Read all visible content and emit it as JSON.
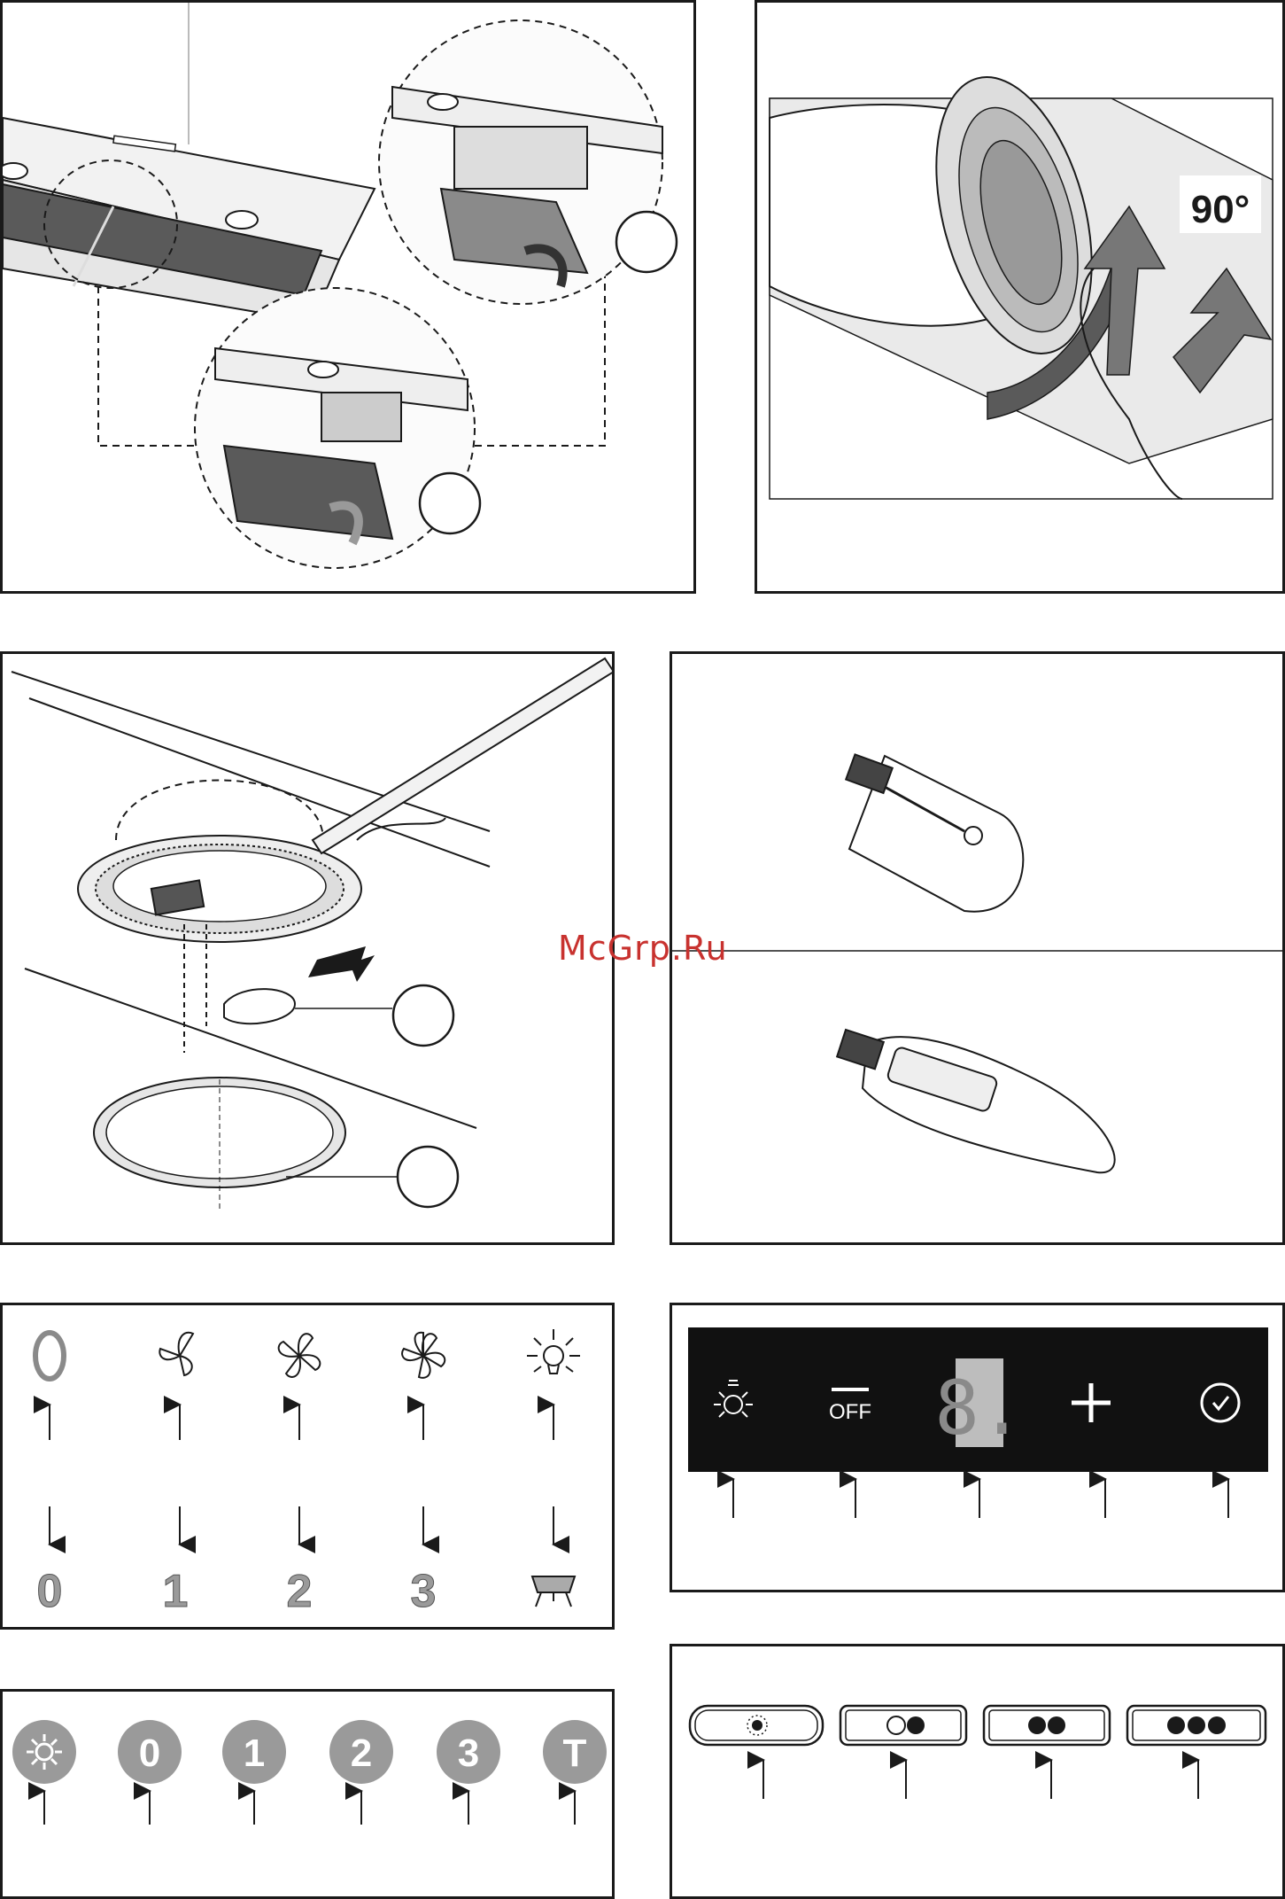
{
  "watermark": "McGrp.Ru",
  "rotation_label": "90°",
  "display_digit": "8.",
  "off_label": "OFF",
  "speed_labels": [
    "0",
    "1",
    "2",
    "3"
  ],
  "round_buttons": [
    "0",
    "1",
    "2",
    "3",
    "T"
  ],
  "colors": {
    "line": "#1a1a1a",
    "filter_dark": "#555555",
    "control_bg": "#111111",
    "label_gray": "#9a9a9a",
    "watermark": "#c8322f"
  },
  "icons": {
    "top_row": [
      "zero-outline-icon",
      "fan-speed-1-icon",
      "fan-speed-2-icon",
      "fan-speed-3-icon",
      "light-icon"
    ],
    "touch_panel": [
      "light-icon",
      "off-icon",
      "digit-display",
      "plus-icon",
      "timer-icon"
    ],
    "led_buttons": [
      "light-dot-icon",
      "one-dot-icon",
      "two-dots-icon",
      "three-dots-icon"
    ]
  }
}
